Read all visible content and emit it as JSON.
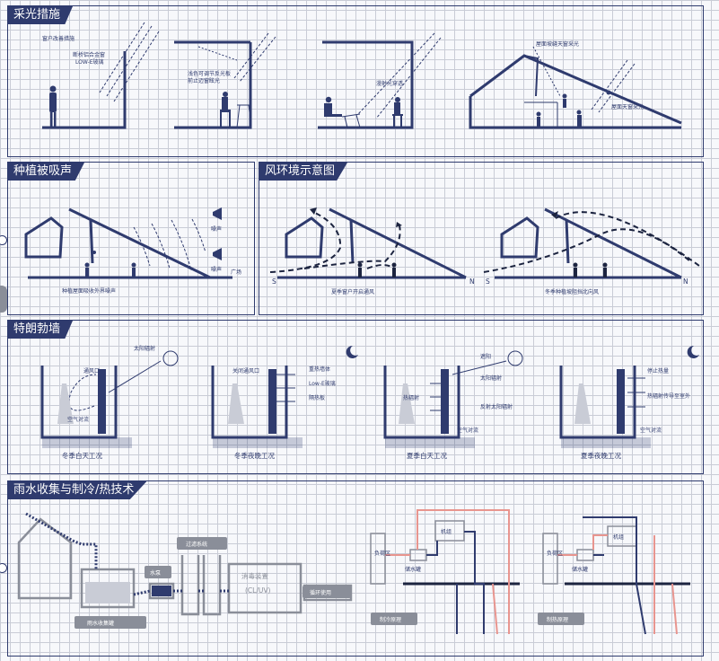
{
  "sections": {
    "daylight": {
      "title": "采光措施",
      "labels": {
        "window": "窗户改善措施",
        "glass1": "断桥铝合金窗",
        "glass2": "LOW-E玻璃",
        "reflect1": "浅色可调节反光板",
        "reflect2": "前止迈窗眩光",
        "diffuse": "漫射光穿透",
        "skylight": "屋面坡缝天窗采光",
        "roof_light": "屋面天窗采光"
      }
    },
    "planting": {
      "title": "种植被吸声",
      "labels": {
        "noise1": "噪声",
        "noise2": "噪声",
        "plaza": "广场",
        "caption": "种植屋面吸收外界噪声"
      }
    },
    "wind": {
      "title": "风环境示意图",
      "labels": {
        "s1": "S",
        "n1": "N",
        "s2": "S",
        "n2": "N",
        "cap1": "夏季窗户开启通风",
        "cap2": "冬季种植坡阻挡北向风"
      }
    },
    "trombe": {
      "title": "特朗勃墙",
      "labels": {
        "solar": "太阳辐射",
        "vent": "通风口",
        "convect": "空气对流",
        "glass_wall": "重热墙体",
        "lowe": "Low-E玻璃",
        "insul": "隔热板",
        "vent2": "关闭通风口",
        "shade": "遮阳",
        "heat": "热辐射",
        "solar2": "太阳辐射",
        "reflect": "反射太阳辐射",
        "convect2": "空气对流",
        "stop": "停止热量",
        "release": "热辐射传导至室外",
        "convect3": "空气对流"
      },
      "captions": [
        "冬季白天工况",
        "冬季夜晚工况",
        "夏季白天工况",
        "夏季夜晚工况"
      ]
    },
    "rain": {
      "title": "雨水收集与制冷/热技术",
      "labels": {
        "filter": "过滤系统",
        "pump": "水泵",
        "disinfect": "消毒装置",
        "disinfect_sub": "(CL/UV)",
        "reuse": "循环使用",
        "tank": "雨水收集罐",
        "load1": "负荷区",
        "unit1": "机组",
        "store1": "储水罐",
        "cool": "制冷原理",
        "load2": "负荷区",
        "unit2": "机组",
        "store2": "储水罐",
        "heat": "制热原理"
      }
    }
  },
  "colors": {
    "navy": "#2f3b6e",
    "pipe_red": "#e8958f",
    "pipe_dark": "#2f3b6e",
    "gray": "#8a8e99"
  }
}
